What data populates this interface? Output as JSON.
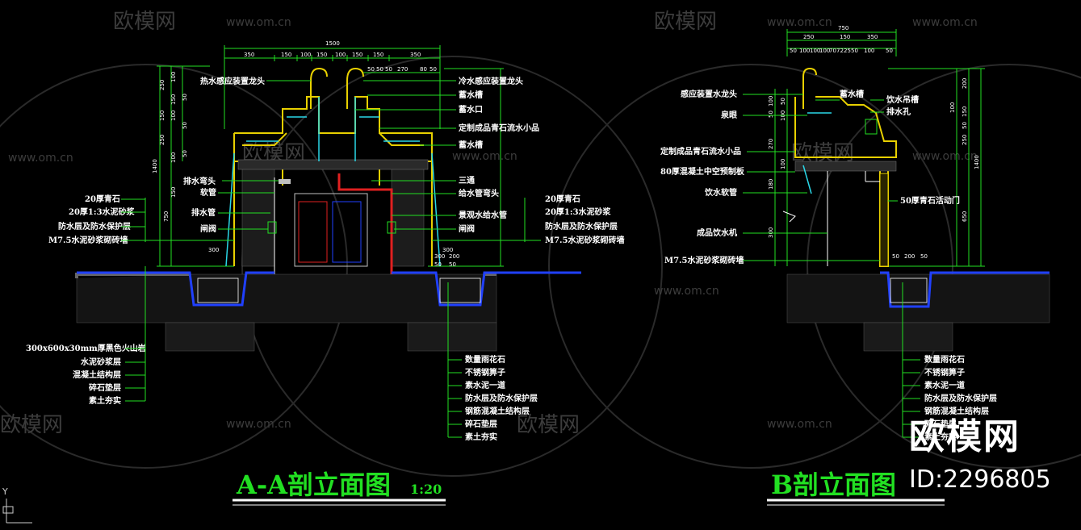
{
  "watermarks": {
    "brand": "欧模网",
    "site": "www.om.cn",
    "big_brand": "欧模网",
    "id_label": "ID:2296805"
  },
  "drawing_a": {
    "title": "A-A剖立面图",
    "scale": "1:20",
    "top_dimensions": [
      "1500",
      "350",
      "150",
      "100",
      "150",
      "100",
      "150",
      "150",
      "350"
    ],
    "upper_dimensions": [
      "50",
      "50",
      "50",
      "270",
      "80",
      "50"
    ],
    "left_vertical_dimensions": [
      "250",
      "100",
      "150",
      "50",
      "100",
      "150",
      "50",
      "250",
      "100",
      "50",
      "1400",
      "750",
      "150"
    ],
    "left_labels": [
      "20厚青石",
      "20厚1:3水泥砂浆",
      "防水层及防水保护层",
      "M7.5水泥砂浆砌砖墙"
    ],
    "right_labels": [
      "20厚青石",
      "20厚1:3水泥砂浆",
      "防水层及防水保护层",
      "M7.5水泥砂浆砌砖墙"
    ],
    "callouts_left": [
      "热水感应装置龙头",
      "排水弯头",
      "软管",
      "排水管",
      "闸阀"
    ],
    "callouts_right": [
      "冷水感应装置龙头",
      "蓄水槽",
      "蓄水口",
      "定制成品青石流水小品",
      "蓄水槽",
      "三通",
      "给水管弯头",
      "景观水给水管",
      "闸阀"
    ],
    "base_labels_left": [
      "300x600x30mm厚黑色火山岩",
      "水泥砂浆层",
      "混凝土结构层",
      "碎石垫层",
      "素土夯实"
    ],
    "base_labels_right": [
      "数量雨花石",
      "不锈钢箅子",
      "素水泥一道",
      "防水层及防水保护层",
      "钢筋混凝土结构层",
      "碎石垫层",
      "素土夯实"
    ],
    "side_dims": [
      "300",
      "300",
      "300",
      "200",
      "50",
      "50"
    ]
  },
  "drawing_b": {
    "title": "B剖立面图",
    "top_dimensions": [
      "750",
      "250",
      "150",
      "350",
      "50",
      "100",
      "100",
      "100",
      "70",
      "72",
      "25",
      "50",
      "100",
      "50"
    ],
    "left_vertical_dimensions": [
      "100",
      "50",
      "50",
      "100",
      "270",
      "100",
      "180",
      "300"
    ],
    "right_vertical_dimensions": [
      "200",
      "150",
      "50",
      "100",
      "250",
      "1400",
      "650"
    ],
    "callouts_left": [
      "感应装置水龙头",
      "泉眼",
      "定制成品青石流水小品",
      "80厚混凝土中空预制板",
      "饮水软管",
      "成品饮水机",
      "M7.5水泥砂浆砌砖墙"
    ],
    "callouts_right": [
      "蓄水槽",
      "饮水吊槽",
      "排水孔",
      "50厚青石活动门"
    ],
    "base_labels": [
      "数量雨花石",
      "不锈钢箅子",
      "素水泥一道",
      "防水层及防水保护层",
      "钢筋混凝土结构层",
      "碎石垫层",
      "素土夯实"
    ],
    "side_dims": [
      "50",
      "200",
      "50"
    ]
  },
  "colors": {
    "background": "#000000",
    "dimension": "#22e022",
    "outline": "#e8d000",
    "waterproof": "#2040ff",
    "pipe": "#e02020",
    "water": "#2ad8e8",
    "label": "#ffffff"
  },
  "ucs_label": "Y"
}
